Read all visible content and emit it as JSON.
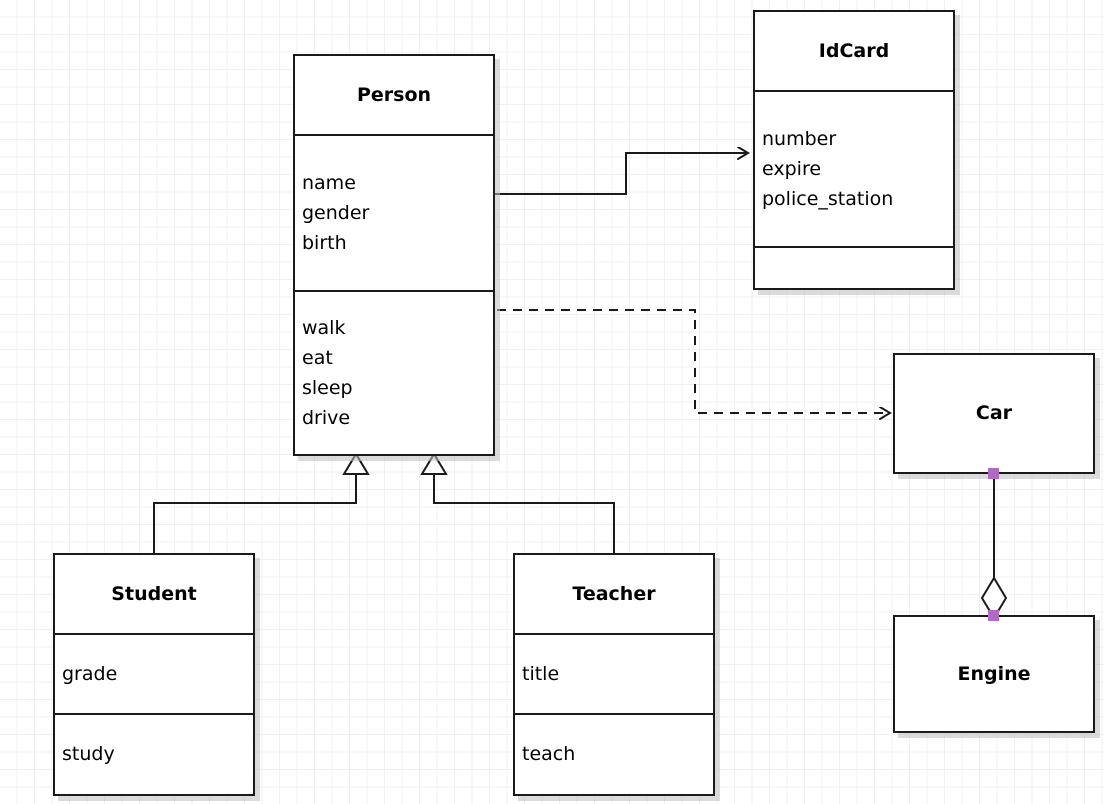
{
  "diagram": {
    "type": "uml-class-diagram",
    "background": "#ffffff",
    "grid_color": "#f0f0f0",
    "stroke_color": "#1a1a1a",
    "handle_color": "#b06ac4"
  },
  "classes": {
    "person": {
      "name": "Person",
      "attributes": [
        "name",
        "gender",
        "birth"
      ],
      "operations": [
        "walk",
        "eat",
        "sleep",
        "drive"
      ]
    },
    "idcard": {
      "name": "IdCard",
      "attributes": [
        "number",
        "expire",
        "police_station"
      ],
      "operations": []
    },
    "student": {
      "name": "Student",
      "attributes": [
        "grade"
      ],
      "operations": [
        "study"
      ]
    },
    "teacher": {
      "name": "Teacher",
      "attributes": [
        "title"
      ],
      "operations": [
        "teach"
      ]
    },
    "car": {
      "name": "Car",
      "attributes": [],
      "operations": []
    },
    "engine": {
      "name": "Engine",
      "attributes": [],
      "operations": []
    }
  },
  "relationships": [
    {
      "id": "person-idcard",
      "kind": "association",
      "line": "solid",
      "arrowhead": "open",
      "from": "Person",
      "to": "IdCard"
    },
    {
      "id": "person-car",
      "kind": "dependency",
      "line": "dashed",
      "arrowhead": "open",
      "from": "Person",
      "to": "Car"
    },
    {
      "id": "student-person",
      "kind": "generalization",
      "line": "solid",
      "arrowhead": "hollow-triangle",
      "from": "Student",
      "to": "Person"
    },
    {
      "id": "teacher-person",
      "kind": "generalization",
      "line": "solid",
      "arrowhead": "hollow-triangle",
      "from": "Teacher",
      "to": "Person"
    },
    {
      "id": "car-engine",
      "kind": "aggregation",
      "line": "solid",
      "arrowhead": "hollow-diamond",
      "from": "Car",
      "to": "Engine"
    }
  ]
}
